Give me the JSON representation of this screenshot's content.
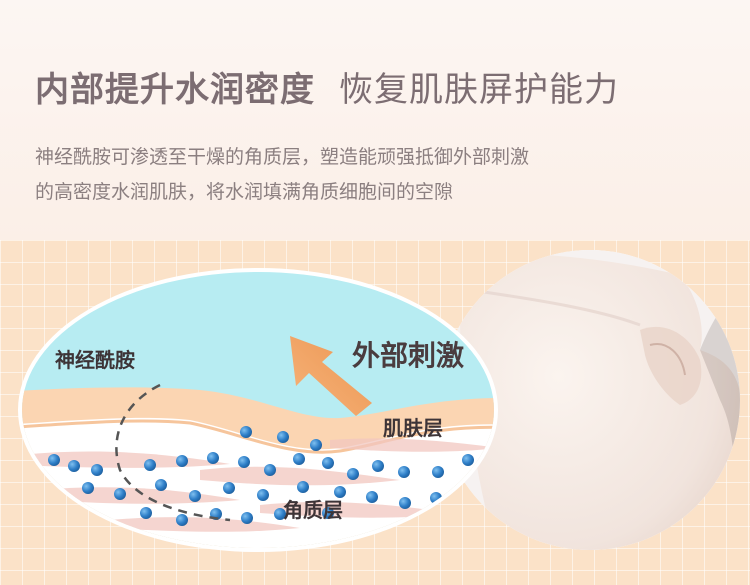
{
  "headline": {
    "bold": "内部提升水润密度",
    "light": "恢复肌肤屏护能力"
  },
  "description": {
    "line1": "神经酰胺可渗透至干燥的角质层，塑造能顽强抵御外部刺激",
    "line2": "的高密度水润肌肤，将水润填满角质细胞间的空隙"
  },
  "diagram": {
    "label_ceramide": "神经酰胺",
    "label_external_stimulus": "外部刺激",
    "label_skin_layer": "肌肤层",
    "label_stratum_corneum": "角质层"
  },
  "colors": {
    "headline": "#7c6d72",
    "description": "#8b7f80",
    "sky": "#b7ecf2",
    "skin_layer": "#fbd5b2",
    "droplet": "#2f7fc8",
    "arrow": "#f0a060",
    "grid_background": "#fbe2c8"
  },
  "icons": [
    "external-stimulus-arrow-icon",
    "water-droplet-icon",
    "neck-photo"
  ]
}
